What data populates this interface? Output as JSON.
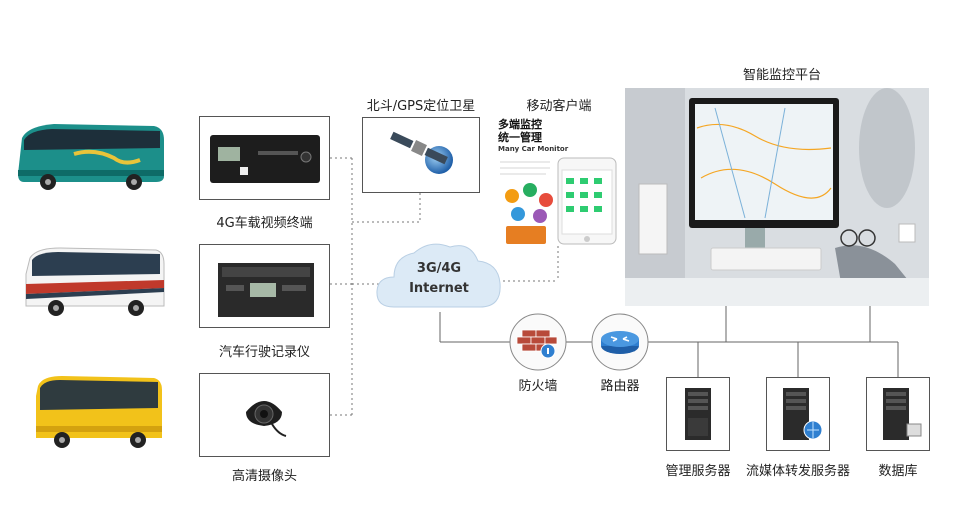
{
  "devices": {
    "terminal_label": "4G车载视频终端",
    "recorder_label": "汽车行驶记录仪",
    "camera_label": "高清摄像头"
  },
  "satellite": {
    "label": "北斗/GPS定位卫星"
  },
  "mobile": {
    "label": "移动客户端",
    "ad_title_line1": "多端监控",
    "ad_title_line2": "统一管理",
    "ad_subtitle": "Many Car Monitor"
  },
  "platform": {
    "label": "智能监控平台"
  },
  "cloud": {
    "line1": "3G/4G",
    "line2": "Internet"
  },
  "network": {
    "firewall_label": "防火墙",
    "router_label": "路由器"
  },
  "servers": {
    "management_label": "管理服务器",
    "streaming_label": "流媒体转发服务器",
    "database_label": "数据库"
  },
  "colors": {
    "cloud_fill": "#dceaf6",
    "cloud_text": "#333333",
    "wire": "#666666",
    "router_blue": "#2f7fd0",
    "firewall_red": "#b84a3a"
  }
}
